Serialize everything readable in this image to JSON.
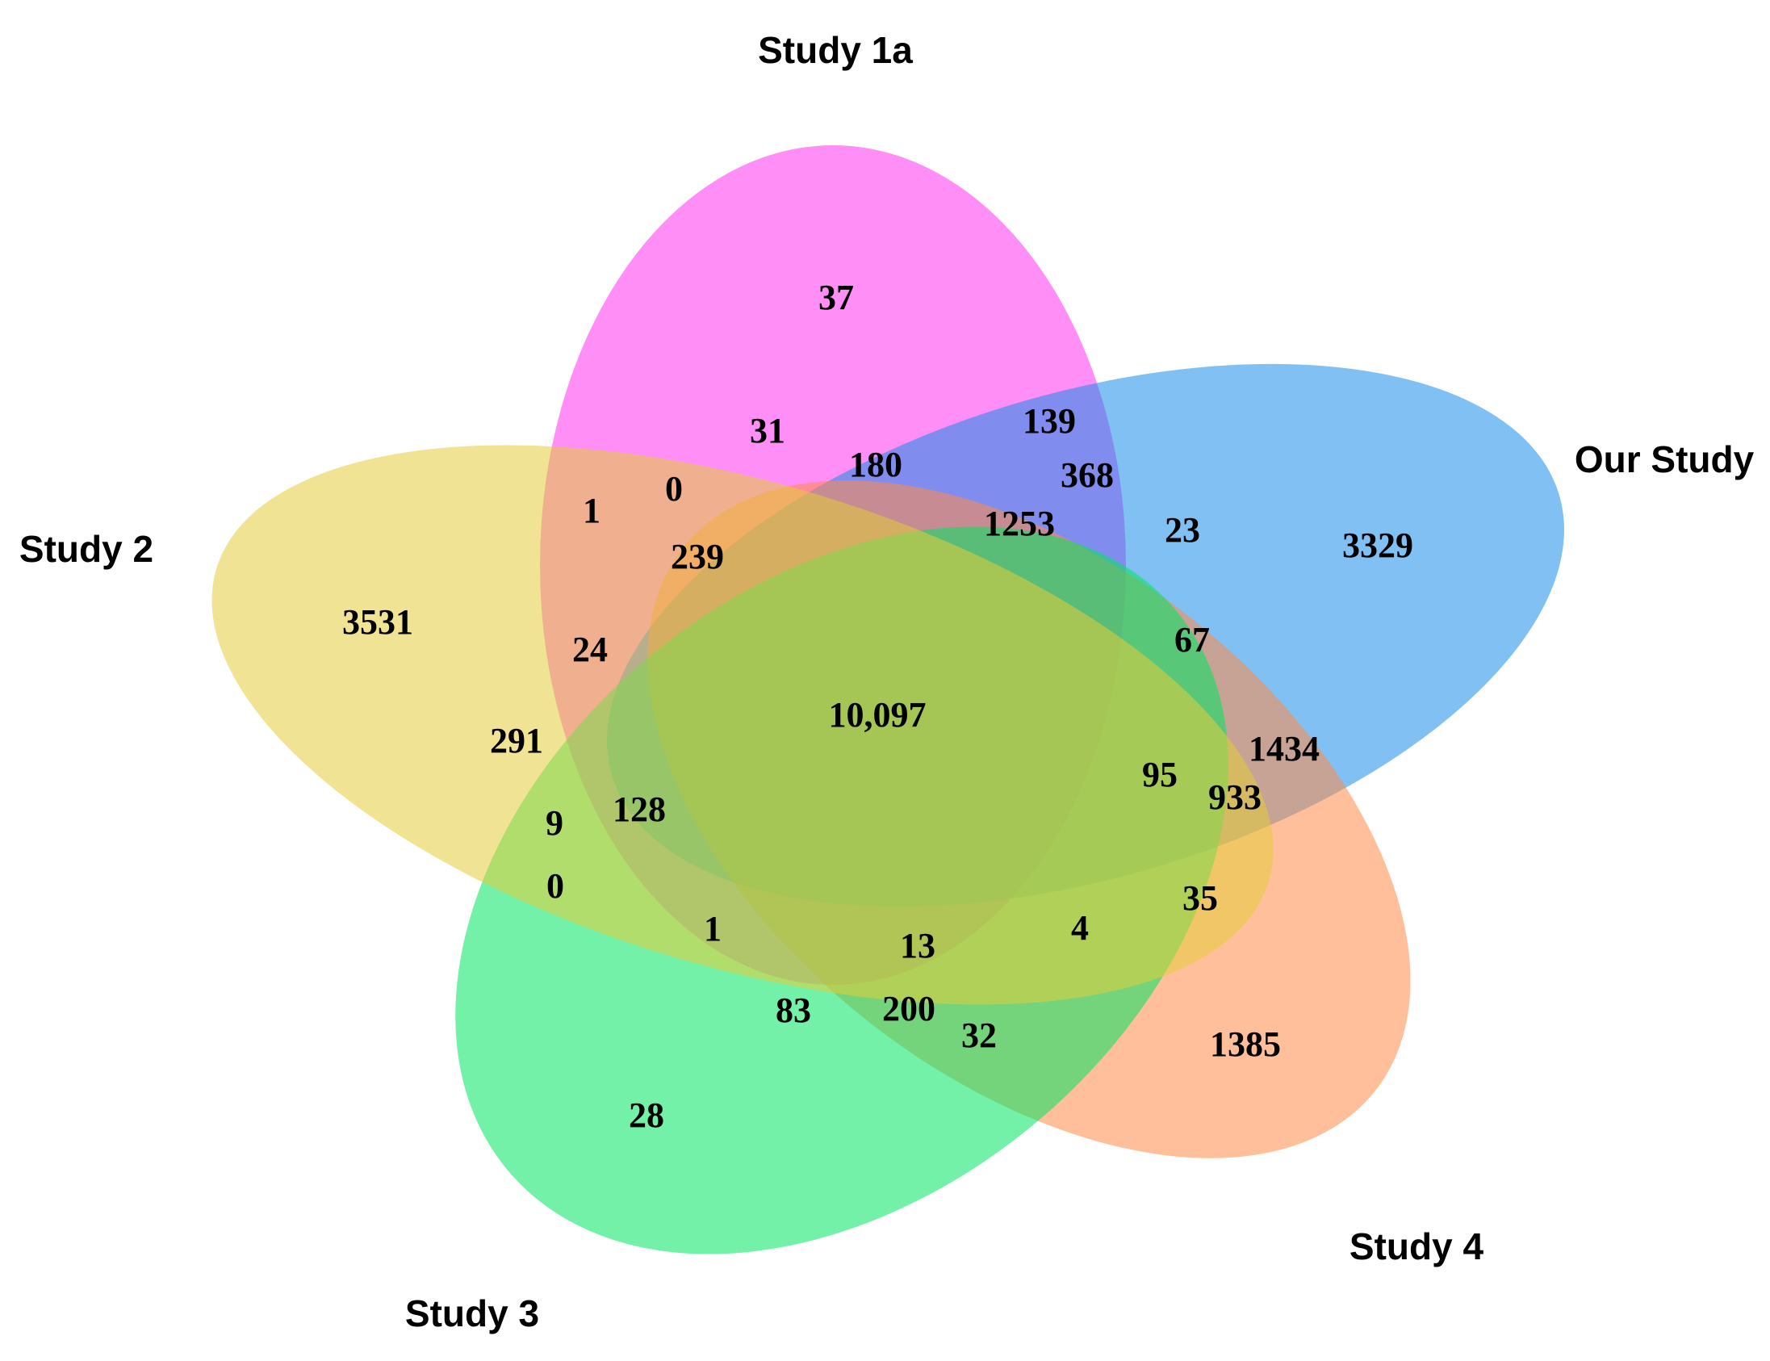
{
  "sets": [
    {
      "key": "study1a",
      "label": "Study 1a",
      "color": "#ff33ee"
    },
    {
      "key": "ourstudy",
      "label": "Our Study",
      "color": "#1a8de8"
    },
    {
      "key": "study4",
      "label": "Study 4",
      "color": "#ff8a48"
    },
    {
      "key": "study3",
      "label": "Study 3",
      "color": "#00e660"
    },
    {
      "key": "study2",
      "label": "Study 2",
      "color": "#e3cc3a"
    }
  ],
  "regions": [
    {
      "sets": [
        "study1a"
      ],
      "value": "37"
    },
    {
      "sets": [
        "ourstudy"
      ],
      "value": "3329"
    },
    {
      "sets": [
        "study4"
      ],
      "value": "1385"
    },
    {
      "sets": [
        "study3"
      ],
      "value": "28"
    },
    {
      "sets": [
        "study2"
      ],
      "value": "3531"
    },
    {
      "sets": [
        "study1a",
        "study4"
      ],
      "value": "31"
    },
    {
      "sets": [
        "study1a",
        "ourstudy"
      ],
      "value": "139"
    },
    {
      "sets": [
        "study1a",
        "ourstudy",
        "study4"
      ],
      "value": "180"
    },
    {
      "sets": [
        "study1a",
        "ourstudy",
        "study3"
      ],
      "value": "368"
    },
    {
      "sets": [
        "study1a",
        "study2",
        "study4"
      ],
      "value": "0"
    },
    {
      "sets": [
        "study1a",
        "study2"
      ],
      "value": "1"
    },
    {
      "sets": [
        "study1a",
        "ourstudy",
        "study3",
        "study4"
      ],
      "value": "1253"
    },
    {
      "sets": [
        "ourstudy",
        "study3"
      ],
      "value": "23"
    },
    {
      "sets": [
        "study1a",
        "study2",
        "study3",
        "study4"
      ],
      "value": "239"
    },
    {
      "sets": [
        "study1a",
        "study2",
        "study3"
      ],
      "value": "24"
    },
    {
      "sets": [
        "ourstudy",
        "study3",
        "study4"
      ],
      "value": "67"
    },
    {
      "sets": [
        "study1a",
        "ourstudy",
        "study2",
        "study3",
        "study4"
      ],
      "value": "10,097"
    },
    {
      "sets": [
        "study2",
        "study3"
      ],
      "value": "291"
    },
    {
      "sets": [
        "ourstudy",
        "study4"
      ],
      "value": "1434"
    },
    {
      "sets": [
        "ourstudy",
        "study2",
        "study3",
        "study4"
      ],
      "value": "95"
    },
    {
      "sets": [
        "ourstudy",
        "study2",
        "study4"
      ],
      "value": "933"
    },
    {
      "sets": [
        "study2",
        "study3",
        "study4"
      ],
      "value": "9"
    },
    {
      "sets": [
        "study1a",
        "ourstudy",
        "study2",
        "study3"
      ],
      "value": "128"
    },
    {
      "sets": [
        "study2",
        "study4"
      ],
      "value": "0"
    },
    {
      "sets": [
        "study2",
        "study4",
        "study1a",
        "study3"
      ],
      "value": "35"
    },
    {
      "sets": [
        "study2",
        "study4",
        "study3",
        "ourstudy",
        "study1a"
      ],
      "value": "1"
    },
    {
      "sets": [
        "study2",
        "study4",
        "ourstudy"
      ],
      "value": "13"
    },
    {
      "sets": [
        "study2",
        "study4",
        "study1a"
      ],
      "value": "4"
    },
    {
      "sets": [
        "study3",
        "study4",
        "study1a"
      ],
      "value": "83"
    },
    {
      "sets": [
        "study3",
        "study4",
        "study1a",
        "ourstudy"
      ],
      "value": "200"
    },
    {
      "sets": [
        "study3",
        "study4"
      ],
      "value": "32"
    }
  ]
}
